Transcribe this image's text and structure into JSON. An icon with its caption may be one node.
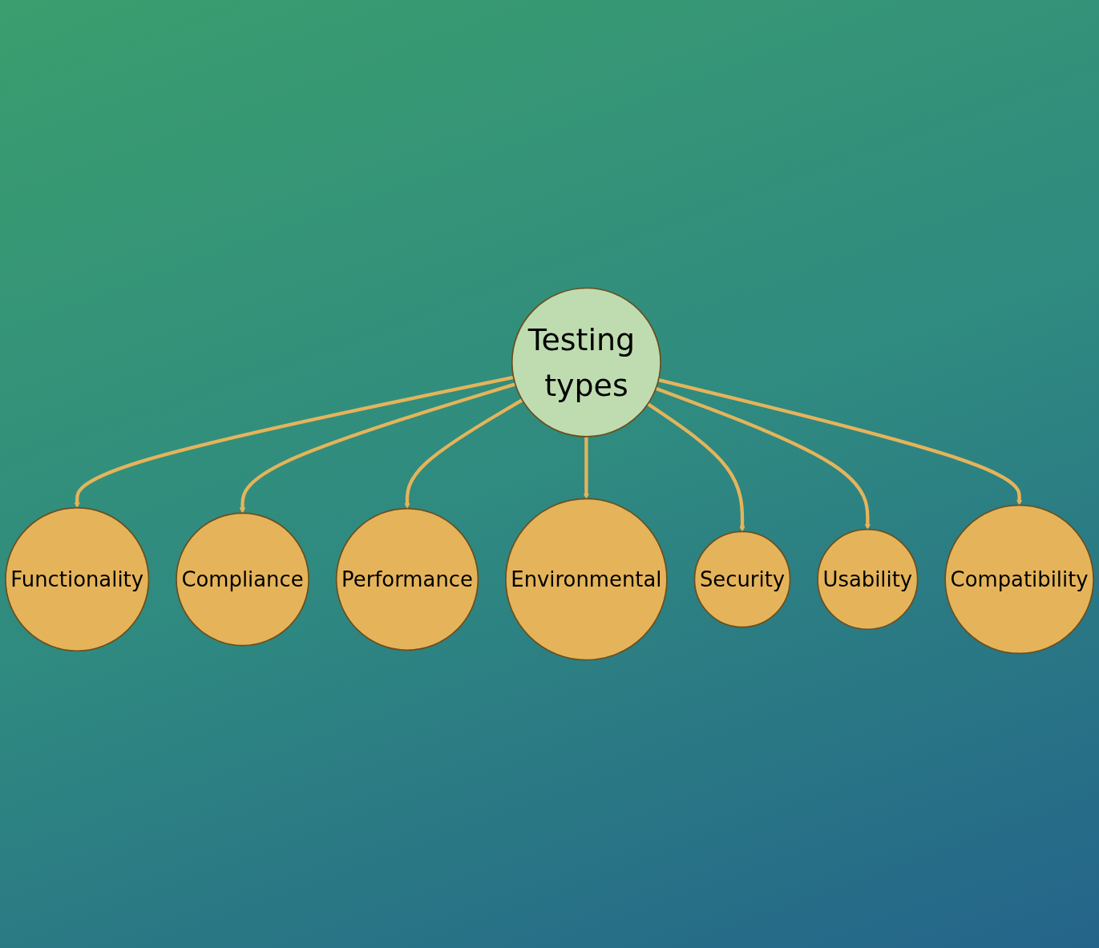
{
  "diagram": {
    "nodes": [
      {
        "text": [
          "Functionality"
        ]
      },
      {
        "text": [
          "Compliance"
        ]
      },
      {
        "text": [
          "Performance"
        ]
      },
      {
        "text": [
          "Environmental"
        ]
      },
      {
        "text": [
          "Testing types"
        ]
      },
      {
        "text": [
          "Security"
        ]
      },
      {
        "text": [
          "Usability"
        ]
      },
      {
        "text": [
          "Compatibility"
        ]
      }
    ],
    "edges": [
      {
        "from": 4,
        "to": 0,
        "arrow": "to"
      },
      {
        "from": 4,
        "to": 1,
        "arrow": "to"
      },
      {
        "from": 4,
        "to": 2,
        "arrow": "to"
      },
      {
        "from": 4,
        "to": 3,
        "arrow": "to"
      },
      {
        "from": 4,
        "to": 5,
        "arrow": "to"
      },
      {
        "from": 4,
        "to": 6,
        "arrow": "to"
      },
      {
        "from": 4,
        "to": 7,
        "arrow": "to"
      }
    ]
  }
}
